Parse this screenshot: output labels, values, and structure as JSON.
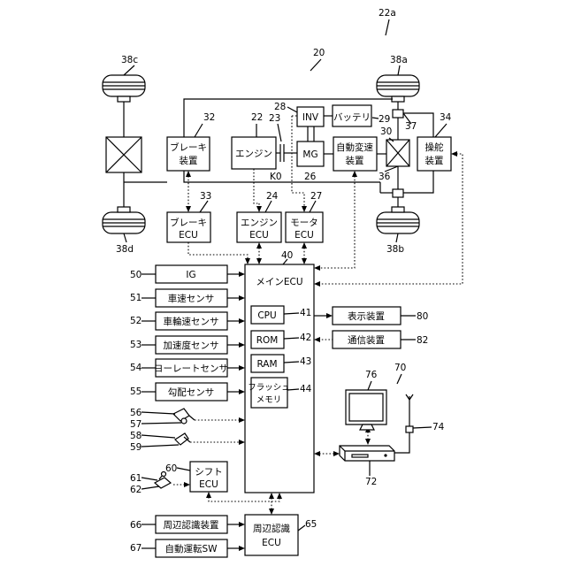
{
  "labels": {
    "brake_device": [
      "ブレーキ",
      "装置"
    ],
    "engine": "エンジン",
    "inv": "INV",
    "battery": "バッテリ",
    "mg": "MG",
    "transmission": [
      "自動変速",
      "装置"
    ],
    "steering": [
      "操舵",
      "装置"
    ],
    "brake_ecu": [
      "ブレーキ",
      "ECU"
    ],
    "engine_ecu": [
      "エンジン",
      "ECU"
    ],
    "motor_ecu": [
      "モータ",
      "ECU"
    ],
    "main_ecu": "メインECU",
    "ig": "IG",
    "speed_sensor": "車速センサ",
    "wheel_speed_sensor": "車輪速センサ",
    "accel_sensor": "加速度センサ",
    "yaw_sensor": "ヨーレートセンサ",
    "slope_sensor": "勾配センサ",
    "cpu": "CPU",
    "rom": "ROM",
    "ram": "RAM",
    "flash": [
      "フラッシュ",
      "メモリ"
    ],
    "display": "表示装置",
    "comm": "通信装置",
    "shift_ecu": [
      "シフト",
      "ECU"
    ],
    "periph_recog": "周辺認識装置",
    "auto_sw": "自動運転SW",
    "periph_ecu": [
      "周辺認識",
      "ECU"
    ],
    "k0": "K0"
  },
  "refs": {
    "r22a": "22a",
    "r20": "20",
    "r38c": "38c",
    "r38a": "38a",
    "r38b": "38b",
    "r38d": "38d",
    "r32": "32",
    "r22": "22",
    "r23": "23",
    "r28": "28",
    "r29": "29",
    "r26": "26",
    "r37": "37",
    "r30": "30",
    "r34": "34",
    "r36": "36",
    "r33": "33",
    "r24": "24",
    "r27": "27",
    "r40": "40",
    "r50": "50",
    "r51": "51",
    "r52": "52",
    "r53": "53",
    "r54": "54",
    "r55": "55",
    "r56": "56",
    "r57": "57",
    "r58": "58",
    "r59": "59",
    "r41": "41",
    "r42": "42",
    "r43": "43",
    "r44": "44",
    "r80": "80",
    "r82": "82",
    "r76": "76",
    "r70": "70",
    "r74": "74",
    "r72": "72",
    "r60": "60",
    "r61": "61",
    "r62": "62",
    "r65": "65",
    "r66": "66",
    "r67": "67"
  }
}
